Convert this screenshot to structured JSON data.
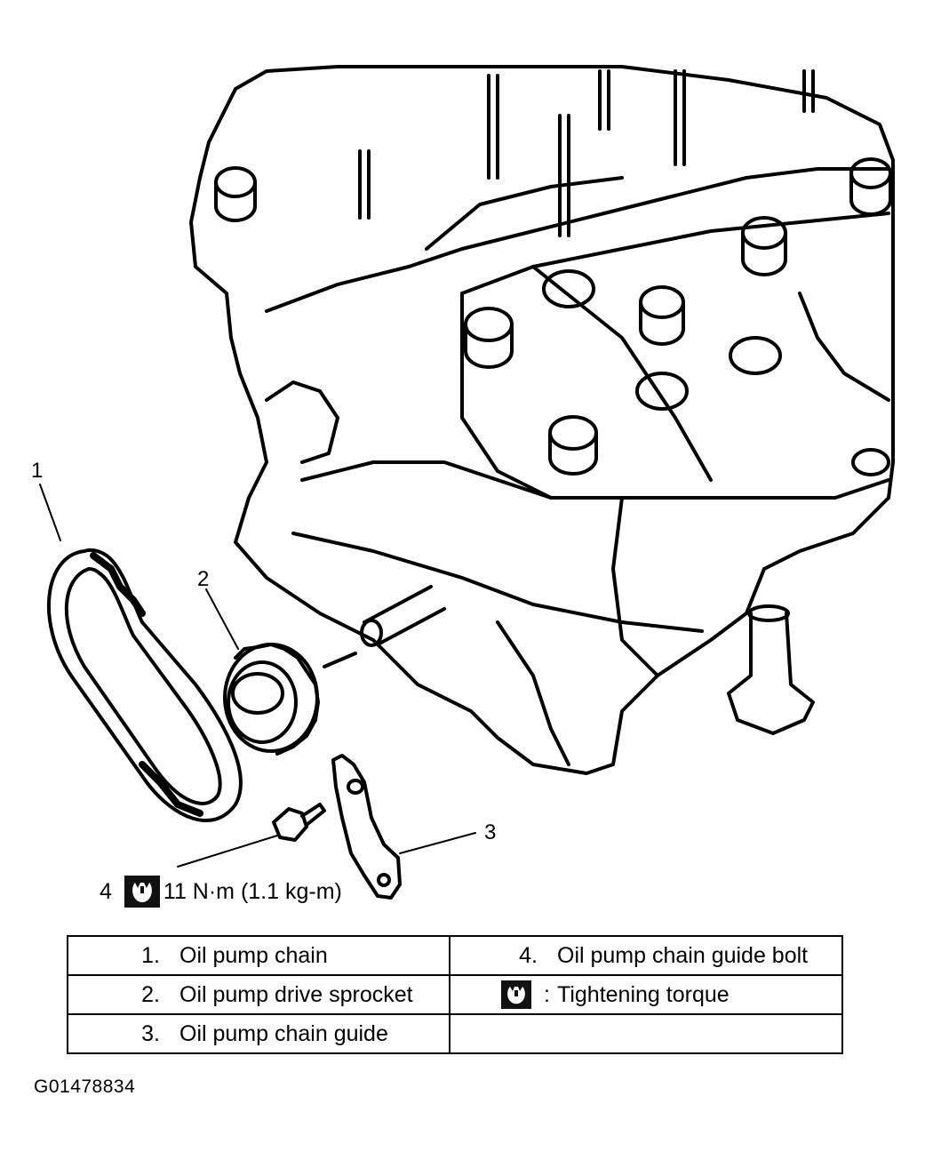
{
  "diagram": {
    "callouts": [
      "1",
      "2",
      "3"
    ],
    "torque_spec": {
      "number": "4",
      "value": "11 N·m (1.1 kg-m)"
    }
  },
  "legend": {
    "rows": [
      {
        "left_num": "1.",
        "left_label": "Oil pump chain",
        "right_num": "4.",
        "right_label": "Oil pump chain guide bolt"
      },
      {
        "left_num": "2.",
        "left_label": "Oil pump drive sprocket",
        "right_sym": ":",
        "right_label": "Tightening torque"
      },
      {
        "left_num": "3.",
        "left_label": "Oil pump chain guide",
        "right_num": "",
        "right_label": ""
      }
    ]
  },
  "figure_id": "G01478834",
  "icons": {
    "torque": "torque-wrench-icon"
  }
}
